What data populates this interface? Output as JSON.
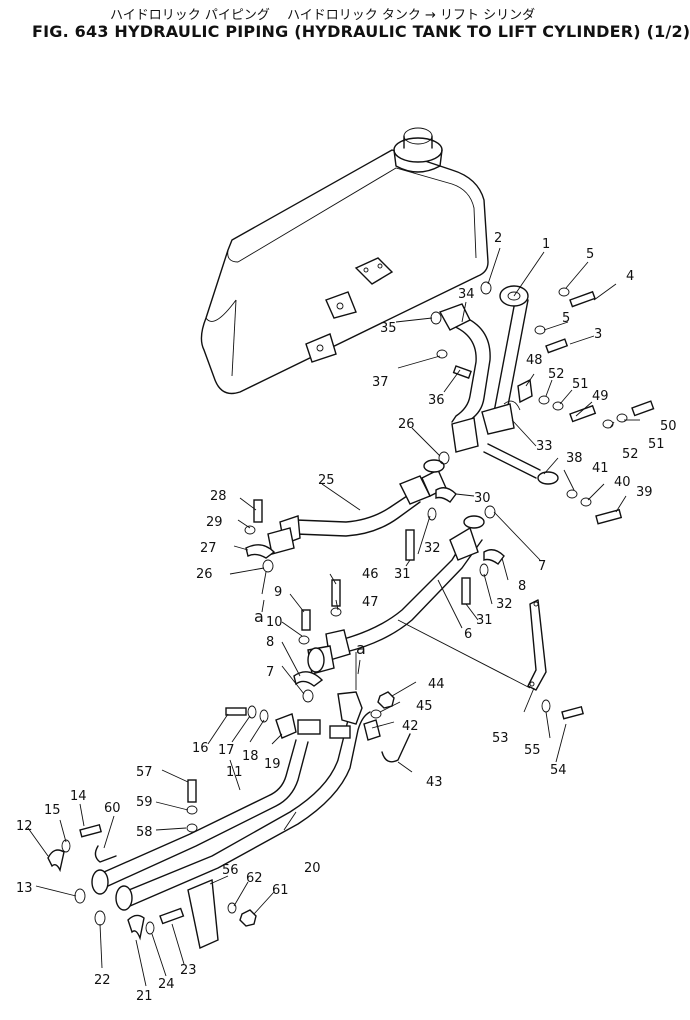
{
  "header": {
    "title_jp": "ハイドロリック パイピング　 ハイドロリック タンク → リフト シリンダ",
    "title_en": "FIG. 643  HYDRAULIC PIPING (HYDRAULIC TANK TO LIFT CYLINDER) (1/2)"
  },
  "callouts": [
    {
      "id": "c1",
      "text": "1"
    },
    {
      "id": "c2",
      "text": "2"
    },
    {
      "id": "c3",
      "text": "3"
    },
    {
      "id": "c4",
      "text": "4"
    },
    {
      "id": "c5a",
      "text": "5"
    },
    {
      "id": "c5b",
      "text": "5"
    },
    {
      "id": "c6",
      "text": "6"
    },
    {
      "id": "c7a",
      "text": "7"
    },
    {
      "id": "c7b",
      "text": "7"
    },
    {
      "id": "c8a",
      "text": "8"
    },
    {
      "id": "c8b",
      "text": "8"
    },
    {
      "id": "c9",
      "text": "9"
    },
    {
      "id": "c10",
      "text": "10"
    },
    {
      "id": "c11",
      "text": "11"
    },
    {
      "id": "c12",
      "text": "12"
    },
    {
      "id": "c13",
      "text": "13"
    },
    {
      "id": "c14",
      "text": "14"
    },
    {
      "id": "c15",
      "text": "15"
    },
    {
      "id": "c16",
      "text": "16"
    },
    {
      "id": "c17",
      "text": "17"
    },
    {
      "id": "c18",
      "text": "18"
    },
    {
      "id": "c19",
      "text": "19"
    },
    {
      "id": "c20",
      "text": "20"
    },
    {
      "id": "c21",
      "text": "21"
    },
    {
      "id": "c22",
      "text": "22"
    },
    {
      "id": "c23",
      "text": "23"
    },
    {
      "id": "c24",
      "text": "24"
    },
    {
      "id": "c25",
      "text": "25"
    },
    {
      "id": "c26a",
      "text": "26"
    },
    {
      "id": "c26b",
      "text": "26"
    },
    {
      "id": "c27",
      "text": "27"
    },
    {
      "id": "c28",
      "text": "28"
    },
    {
      "id": "c29",
      "text": "29"
    },
    {
      "id": "c30",
      "text": "30"
    },
    {
      "id": "c31a",
      "text": "31"
    },
    {
      "id": "c31b",
      "text": "31"
    },
    {
      "id": "c32a",
      "text": "32"
    },
    {
      "id": "c32b",
      "text": "32"
    },
    {
      "id": "c33",
      "text": "33"
    },
    {
      "id": "c34",
      "text": "34"
    },
    {
      "id": "c35",
      "text": "35"
    },
    {
      "id": "c36",
      "text": "36"
    },
    {
      "id": "c37",
      "text": "37"
    },
    {
      "id": "c38",
      "text": "38"
    },
    {
      "id": "c39",
      "text": "39"
    },
    {
      "id": "c40",
      "text": "40"
    },
    {
      "id": "c41",
      "text": "41"
    },
    {
      "id": "c42",
      "text": "42"
    },
    {
      "id": "c43",
      "text": "43"
    },
    {
      "id": "c44",
      "text": "44"
    },
    {
      "id": "c45",
      "text": "45"
    },
    {
      "id": "c46",
      "text": "46"
    },
    {
      "id": "c47",
      "text": "47"
    },
    {
      "id": "c48",
      "text": "48"
    },
    {
      "id": "c49",
      "text": "49"
    },
    {
      "id": "c50",
      "text": "50"
    },
    {
      "id": "c51a",
      "text": "51"
    },
    {
      "id": "c51b",
      "text": "51"
    },
    {
      "id": "c52a",
      "text": "52"
    },
    {
      "id": "c52b",
      "text": "52"
    },
    {
      "id": "c53",
      "text": "53"
    },
    {
      "id": "c54",
      "text": "54"
    },
    {
      "id": "c55",
      "text": "55"
    },
    {
      "id": "c56",
      "text": "56"
    },
    {
      "id": "c57",
      "text": "57"
    },
    {
      "id": "c58",
      "text": "58"
    },
    {
      "id": "c59",
      "text": "59"
    },
    {
      "id": "c60",
      "text": "60"
    },
    {
      "id": "c61",
      "text": "61"
    },
    {
      "id": "c62",
      "text": "62"
    },
    {
      "id": "ca1",
      "text": "a"
    },
    {
      "id": "ca2",
      "text": "a"
    }
  ]
}
